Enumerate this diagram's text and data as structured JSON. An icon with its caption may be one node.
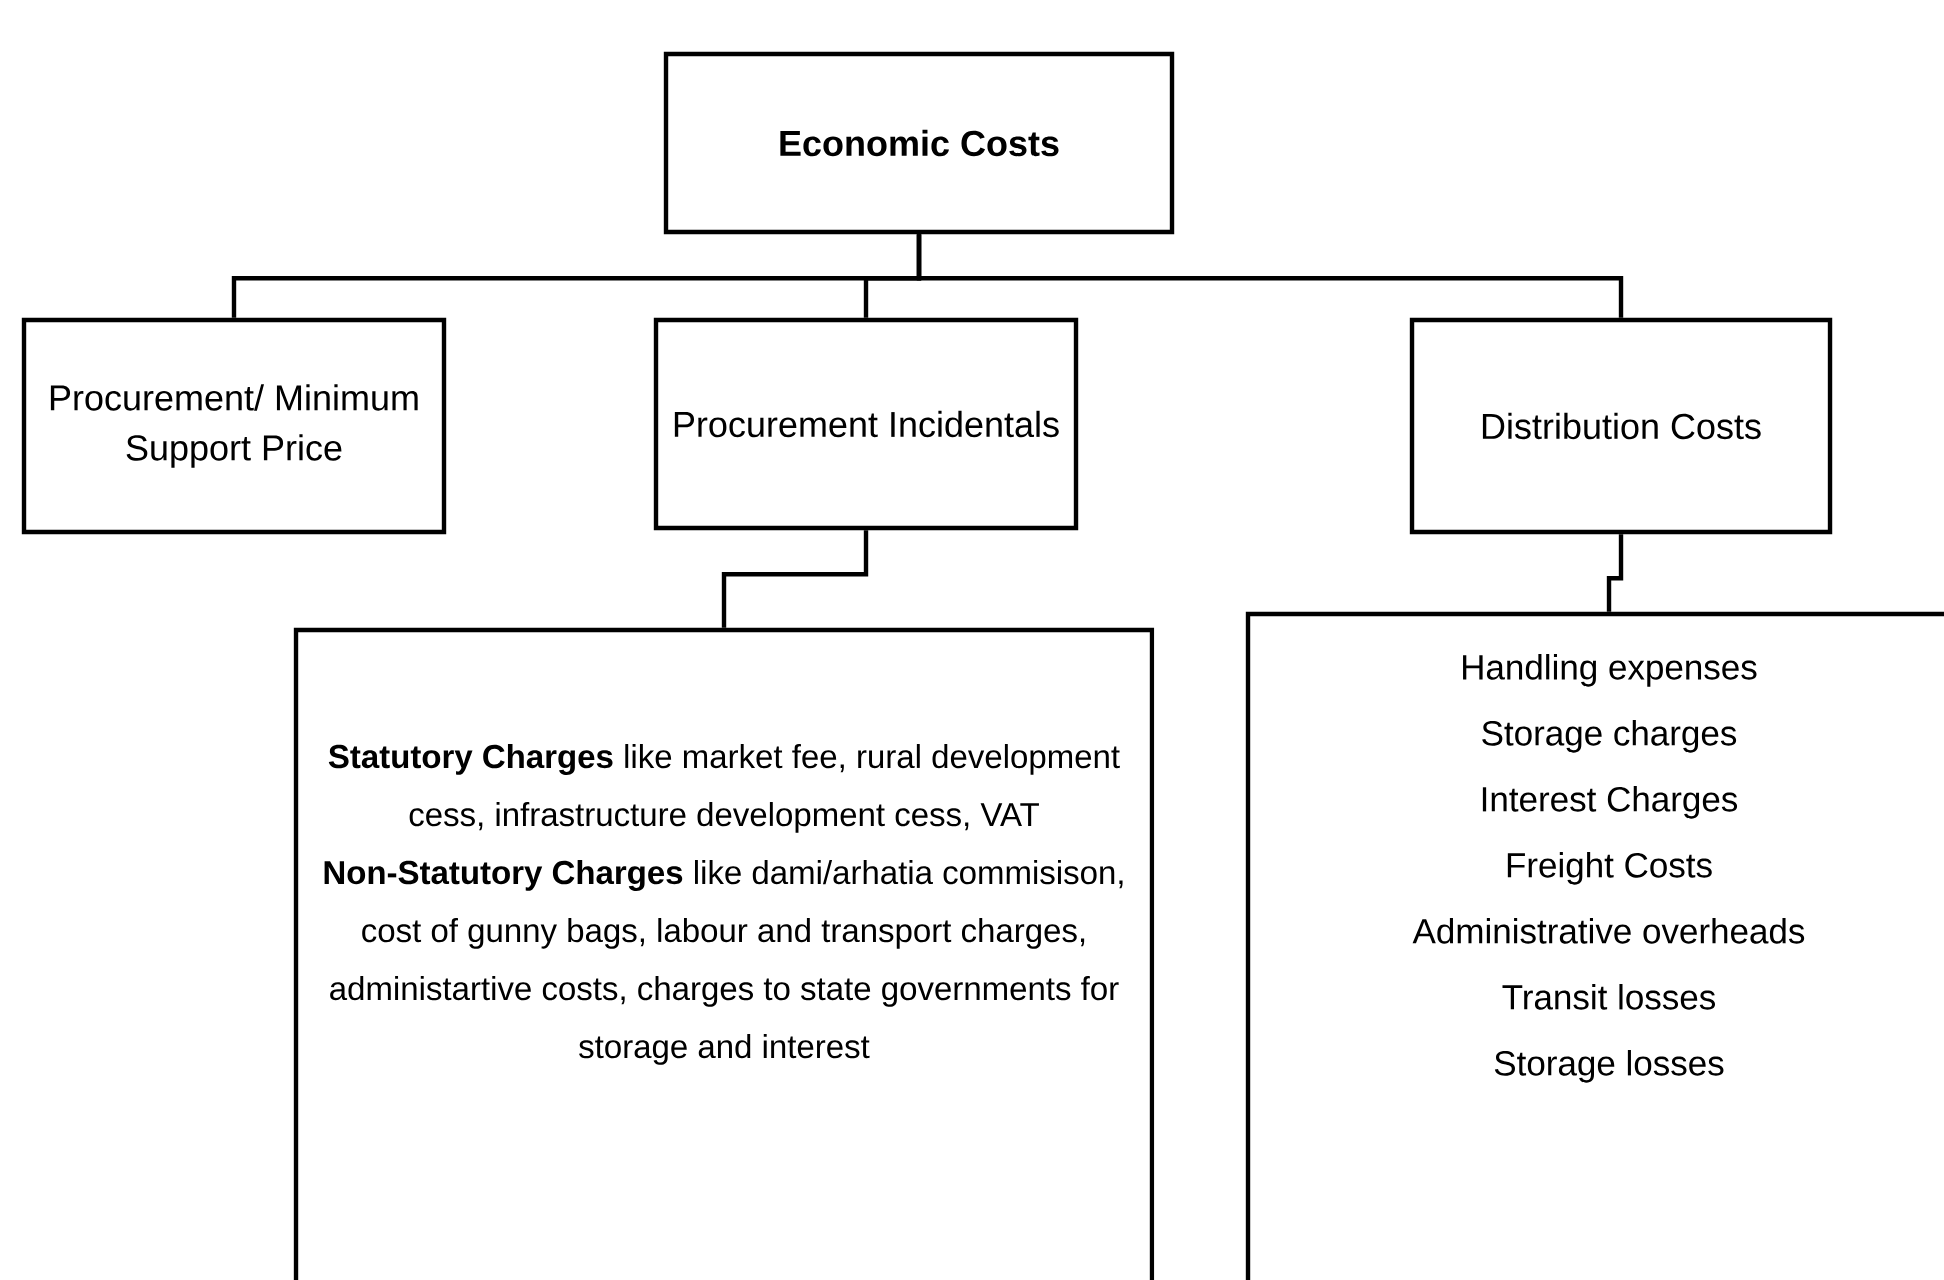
{
  "diagram": {
    "nodes": [
      {
        "text": [
          "Economic Costs"
        ]
      },
      {
        "text": [
          "Procurement/ Minimum Support Price"
        ]
      },
      {
        "text": [
          "Procurement Incidentals"
        ]
      },
      {
        "text": [
          "Distribution Costs"
        ]
      },
      {
        "text": [
          "**Statutory Charges** like market fee, rural development cess, infrastructure development cess, VAT",
          "**Non-Statutory Charges** like dami/arhatia commisison, cost of gunny bags, labour and transport charges, administartive costs, charges to state governments for storage and interest"
        ]
      },
      {
        "text": [
          "Handling expenses",
          "Storage charges",
          "Interest Charges",
          "Freight Costs",
          "Administrative overheads",
          "Transit losses",
          "Storage losses"
        ]
      }
    ],
    "edges": [
      {
        "from": 0,
        "to": 1,
        "arrow": "none"
      },
      {
        "from": 0,
        "to": 2,
        "arrow": "none"
      },
      {
        "from": 0,
        "to": 3,
        "arrow": "none"
      },
      {
        "from": 2,
        "to": 4,
        "arrow": "none"
      },
      {
        "from": 3,
        "to": 5,
        "arrow": "none"
      }
    ]
  }
}
